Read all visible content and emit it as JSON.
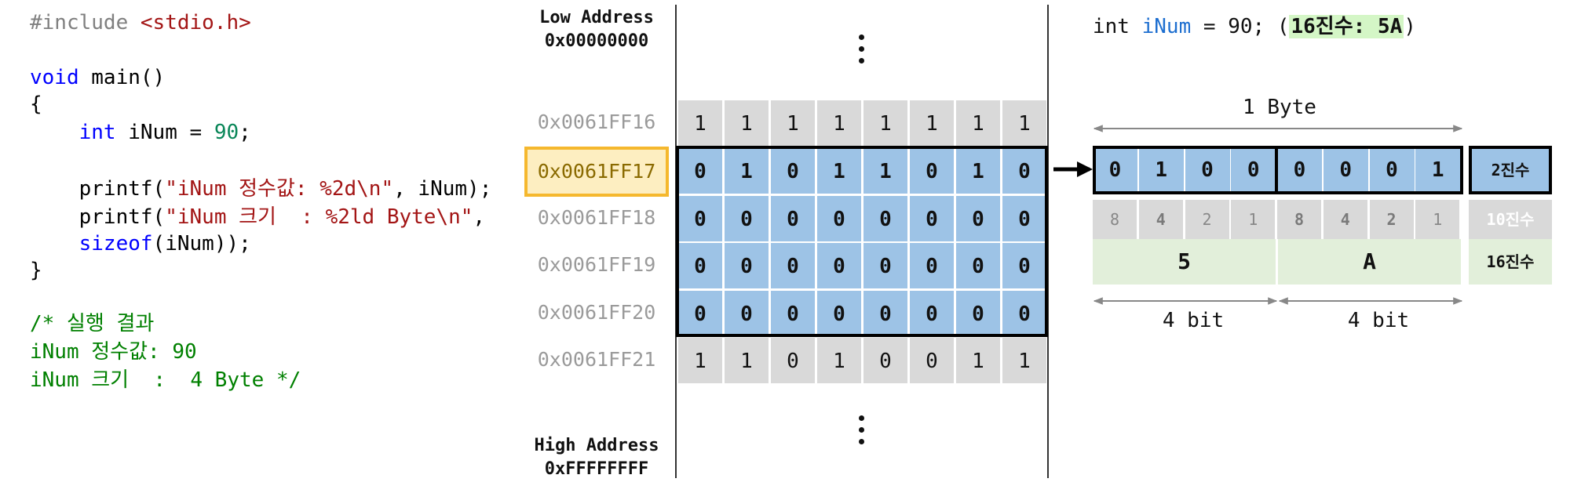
{
  "code": {
    "include_directive": "#include",
    "include_header": "<stdio.h>",
    "void_kw": "void",
    "main_sig": " main()",
    "brace_open": "{",
    "int_kw": "int",
    "decl_rest": " iNum = ",
    "decl_value": "90",
    "semicolon": ";",
    "printf1_fn": "printf(",
    "printf1_str": "\"iNum 정수값: %2d\\n\"",
    "printf1_rest": ", iNum);",
    "printf2_fn": "printf(",
    "printf2_str": "\"iNum 크기  : %2ld Byte\\n\"",
    "printf2_rest": ",",
    "sizeof_kw": "sizeof",
    "sizeof_rest": "(iNum));",
    "brace_close": "}",
    "comment_line1": "/* 실행 결과",
    "comment_line2": "iNum 정수값: 90",
    "comment_line3": "iNum 크기  :  4 Byte */"
  },
  "memory": {
    "low_label": "Low Address",
    "low_addr": "0x00000000",
    "high_label": "High Address",
    "high_addr": "0xFFFFFFFF",
    "rows": [
      {
        "addr": "0x0061FF16",
        "bits": [
          "1",
          "1",
          "1",
          "1",
          "1",
          "1",
          "1",
          "1"
        ]
      },
      {
        "addr": "0x0061FF17",
        "bits": [
          "0",
          "1",
          "0",
          "1",
          "1",
          "0",
          "1",
          "0"
        ]
      },
      {
        "addr": "0x0061FF18",
        "bits": [
          "0",
          "0",
          "0",
          "0",
          "0",
          "0",
          "0",
          "0"
        ]
      },
      {
        "addr": "0x0061FF19",
        "bits": [
          "0",
          "0",
          "0",
          "0",
          "0",
          "0",
          "0",
          "0"
        ]
      },
      {
        "addr": "0x0061FF20",
        "bits": [
          "0",
          "0",
          "0",
          "0",
          "0",
          "0",
          "0",
          "0"
        ]
      },
      {
        "addr": "0x0061FF21",
        "bits": [
          "1",
          "1",
          "0",
          "1",
          "0",
          "0",
          "1",
          "1"
        ]
      }
    ]
  },
  "detail": {
    "decl_int": "int",
    "decl_var": "iNum",
    "decl_rest": " = 90; (",
    "decl_hex": "16진수: 5A",
    "decl_close": ")",
    "byte_label": "1 Byte",
    "bits": [
      "0",
      "1",
      "0",
      "0",
      "0",
      "0",
      "0",
      "1"
    ],
    "weights": [
      "8",
      "4",
      "2",
      "1",
      "8",
      "4",
      "2",
      "1"
    ],
    "hex_digits": [
      "5",
      "A"
    ],
    "nibble_labels": [
      "4 bit",
      "4 bit"
    ],
    "label_binary": "2진수",
    "label_decimal": "10진수",
    "label_hex": "16진수"
  }
}
